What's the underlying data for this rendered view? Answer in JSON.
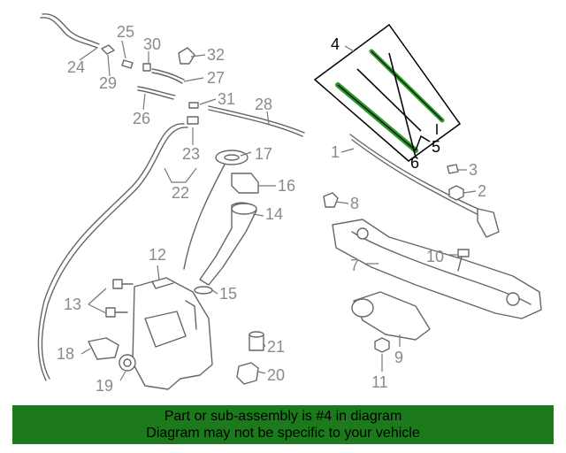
{
  "callouts": {
    "c1": "1",
    "c2": "2",
    "c3": "3",
    "c4": "4",
    "c5": "5",
    "c6": "6",
    "c7": "7",
    "c8": "8",
    "c9": "9",
    "c10": "10",
    "c11": "11",
    "c12": "12",
    "c13": "13",
    "c14": "14",
    "c15": "15",
    "c16": "16",
    "c17": "17",
    "c18": "18",
    "c19": "19",
    "c20": "20",
    "c21": "21",
    "c22": "22",
    "c23": "23",
    "c24": "24",
    "c25": "25",
    "c26": "26",
    "c27": "27",
    "c28": "28",
    "c29": "29",
    "c30": "30",
    "c31": "31",
    "c32": "32"
  },
  "banner": {
    "line1": "Part or sub-assembly is #4 in diagram",
    "line2": "Diagram may not be specific to your vehicle"
  },
  "colors": {
    "banner_bg": "#1c7a1c",
    "highlight_green": "#2e9a2e",
    "part_line": "#666666",
    "callout_text": "#8a8a8a"
  }
}
